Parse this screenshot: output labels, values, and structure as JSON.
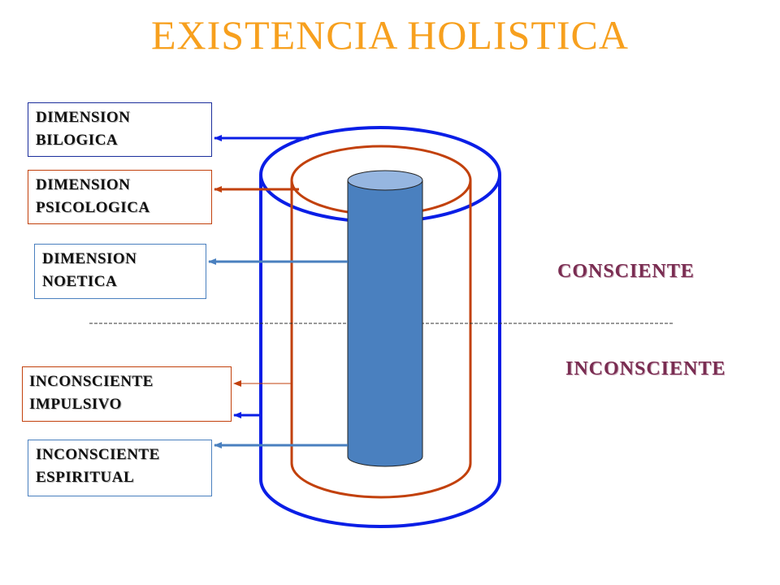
{
  "title": "EXISTENCIA HOLISTICA",
  "colors": {
    "title": "#f7a01e",
    "outer_cylinder": "#0a1ee6",
    "middle_cylinder": "#c2410c",
    "core_cylinder": "#4a80bf",
    "core_top": "#96b6e0",
    "label_text": "#7a2d52"
  },
  "boxes": [
    {
      "line1": "DIMENSION",
      "line2": "BILOGICA"
    },
    {
      "line1": "DIMENSION",
      "line2": "PSICOLOGICA"
    },
    {
      "line1": "DIMENSION",
      "line2": "NOETICA"
    },
    {
      "line1": "INCONSCIENTE",
      "line2": "IMPULSIVO"
    },
    {
      "line1": "INCONSCIENTE",
      "line2": "ESPIRITUAL"
    }
  ],
  "labels": {
    "consciente": "CONSCIENTE",
    "inconsciente": "INCONSCIENTE"
  }
}
